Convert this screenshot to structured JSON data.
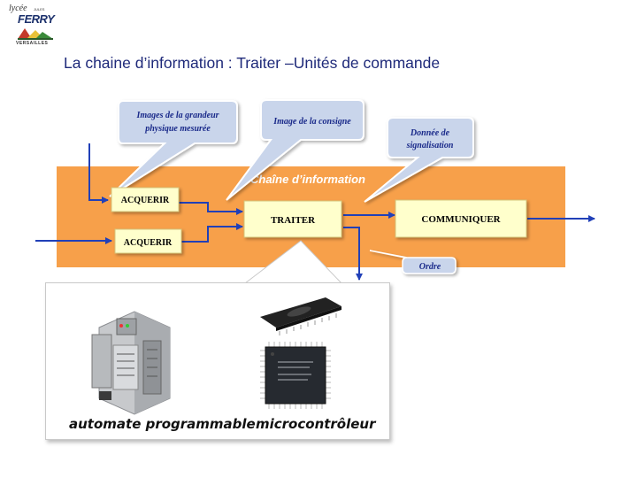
{
  "logo": {
    "lycee": "lycée",
    "jules": "JULES",
    "ferry": "FERRY",
    "city": "VERSAILLES"
  },
  "title": "La chaine d’information : Traiter –Unités de commande",
  "chain_label": "Chaîne d’information",
  "blocks": {
    "acquerir_1": "ACQUERIR",
    "acquerir_2": "ACQUERIR",
    "traiter": "TRAITER",
    "communiquer": "COMMUNIQUER"
  },
  "bubbles": {
    "images_grandeur": [
      "Images de la grandeur",
      "physique mesurée"
    ],
    "image_consigne": [
      "Image de la consigne"
    ],
    "donnee_signalisation": [
      "Donnée de",
      "signalisation"
    ],
    "ordre": "Ordre"
  },
  "captions": {
    "automate": "automate programmable",
    "microcontroleur": "microcontrôleur"
  },
  "colors": {
    "band": "#f7a04a",
    "box_fill": "#ffffcc",
    "bubble_fill": "#c9d5eb",
    "arrow": "#2140b8",
    "title": "#1f2a7a"
  }
}
